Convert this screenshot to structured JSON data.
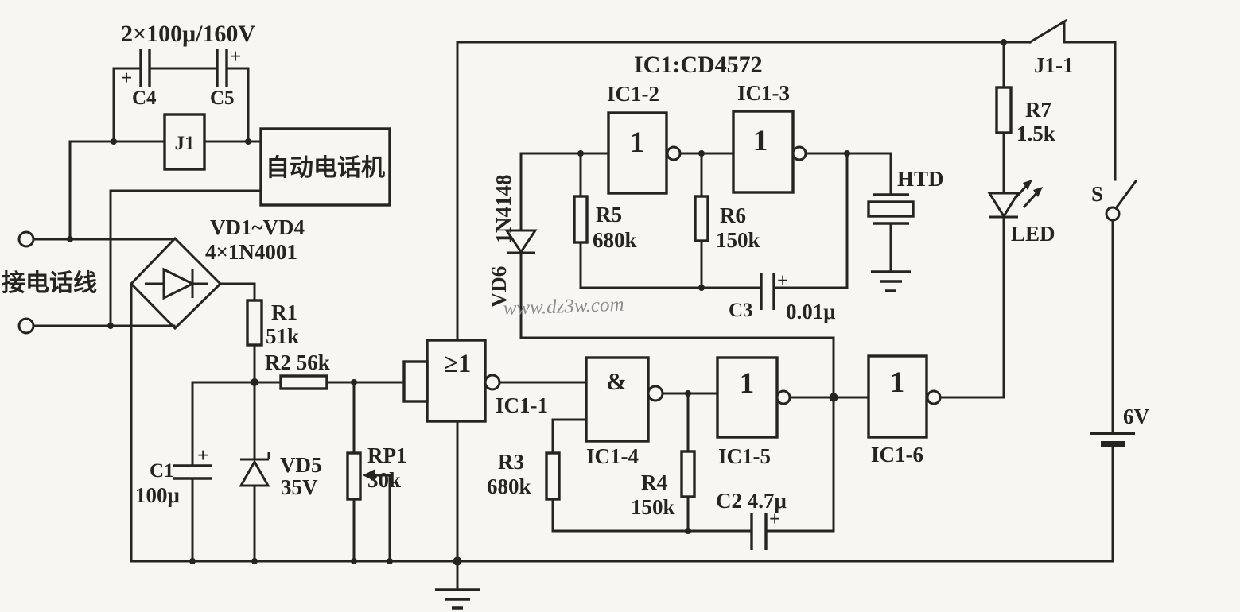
{
  "colors": {
    "ink": "#26241f",
    "paper": "#f7f6f2",
    "watermark_gray": "#8d8d8d"
  },
  "title": {
    "ic": "IC1:CD4572"
  },
  "watermark": "www.dz3w.com",
  "telephone_section": {
    "line_label": "接电话线",
    "phone_label": "自动电话机",
    "relay": "J1",
    "cap_bank": "2×100μ/160V",
    "c4": "C4",
    "c5": "C5",
    "bridge_name": "VD1~VD4",
    "bridge_type": "4×1N4001"
  },
  "power_section": {
    "r1": "R1",
    "r1_val": "51k",
    "r2": "R2 56k",
    "c1": "C1",
    "c1_val": "100μ",
    "vd5": "VD5",
    "vd5_val": "35V",
    "rp1": "RP1",
    "rp1_val": "30k"
  },
  "gates": {
    "ic1_1": {
      "symbol": "≥1",
      "name": "IC1-1"
    },
    "ic1_2": {
      "symbol": "1",
      "name": "IC1-2"
    },
    "ic1_3": {
      "symbol": "1",
      "name": "IC1-3"
    },
    "ic1_4": {
      "symbol": "&",
      "name": "IC1-4"
    },
    "ic1_5": {
      "symbol": "1",
      "name": "IC1-5"
    },
    "ic1_6": {
      "symbol": "1",
      "name": "IC1-6"
    }
  },
  "tone_osc": {
    "r5": "R5",
    "r5_val": "680k",
    "r6": "R6",
    "r6_val": "150k",
    "c3": "C3",
    "c3_val": "0.01μ",
    "vd6": "VD6",
    "vd6_type": "1N4148",
    "htd": "HTD"
  },
  "gate_osc": {
    "r3": "R3",
    "r3_val": "680k",
    "r4": "R4",
    "r4_val": "150k",
    "c2": "C2 4.7μ"
  },
  "output_section": {
    "r7": "R7",
    "r7_val": "1.5k",
    "led": "LED",
    "relay_contact": "J1-1",
    "switch": "S",
    "battery": "6V"
  },
  "plus": "+"
}
